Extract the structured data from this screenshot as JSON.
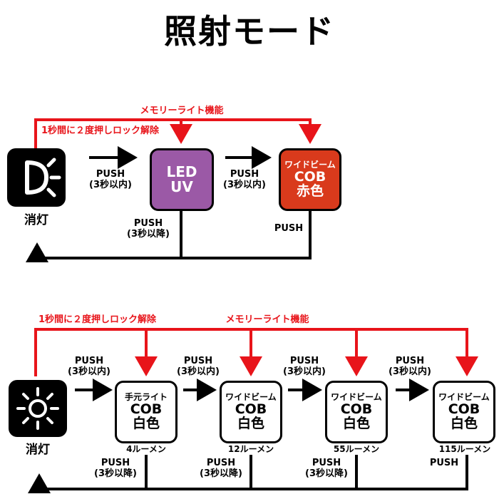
{
  "title": "照射モード",
  "top": {
    "memory_label": "メモリーライト機能",
    "lock_label": "1秒間に２度押しロック解除",
    "off_label": "消灯",
    "push1": [
      "PUSH",
      "(3秒以内)"
    ],
    "push2": [
      "PUSH",
      "(3秒以内)"
    ],
    "push_hold": [
      "PUSH",
      "(3秒以降)"
    ],
    "push_last": "PUSH",
    "modes": [
      {
        "lines": [
          "LED",
          "UV"
        ],
        "color": "#9b59a6"
      },
      {
        "lines": [
          "ワイドビーム",
          "COB",
          "赤色"
        ],
        "color": "#d93a1c"
      }
    ]
  },
  "bottom": {
    "lock_label": "1秒間に２度押しロック解除",
    "memory_label": "メモリーライト機能",
    "off_label": "消灯",
    "pushes": [
      [
        "PUSH",
        "(3秒以内)"
      ],
      [
        "PUSH",
        "(3秒以内)"
      ],
      [
        "PUSH",
        "(3秒以内)"
      ],
      [
        "PUSH",
        "(3秒以内)"
      ]
    ],
    "holds": [
      [
        "PUSH",
        "(3秒以降)"
      ],
      [
        "PUSH",
        "(3秒以降)"
      ],
      [
        "PUSH",
        "(3秒以降)"
      ]
    ],
    "push_last": "PUSH",
    "modes": [
      {
        "lines": [
          "手元ライト",
          "COB",
          "白色"
        ],
        "lumen": "4ルーメン"
      },
      {
        "lines": [
          "ワイドビーム",
          "COB",
          "白色"
        ],
        "lumen": "12ルーメン"
      },
      {
        "lines": [
          "ワイドビーム",
          "COB",
          "白色"
        ],
        "lumen": "55ルーメン"
      },
      {
        "lines": [
          "ワイドビーム",
          "COB",
          "白色"
        ],
        "lumen": "115ルーメン"
      }
    ]
  },
  "colors": {
    "red": "#e8141a",
    "black": "#000000",
    "white": "#ffffff"
  },
  "icons": [
    "headlight-icon",
    "sun-icon"
  ]
}
